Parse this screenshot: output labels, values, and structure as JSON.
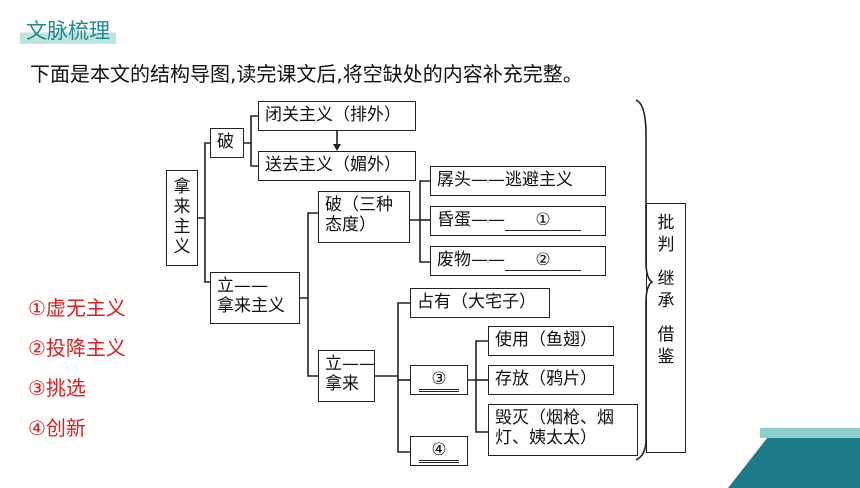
{
  "section_title": "文脉梳理",
  "instruction": "下面是本文的结构导图,读完课文后,将空缺处的内容补充完整。",
  "map": {
    "root": [
      "拿",
      "来",
      "主",
      "义"
    ],
    "po": "破",
    "biguan": "闭关主义（排外）",
    "songqu": "送去主义（媚外）",
    "li_label": [
      "立——",
      "拿来主义"
    ],
    "po_attitudes": [
      "破（三种",
      "态度）"
    ],
    "attitude_1": "孱头——逃避主义",
    "attitude_2_prefix": "昏蛋——",
    "attitude_2_blank": "①",
    "attitude_3_prefix": "废物——",
    "attitude_3_blank": "②",
    "li_nalai": [
      "立——",
      "拿来"
    ],
    "zhanyou": "占有（大宅子）",
    "blank_3": "③",
    "blank_4": "④",
    "shiyong": "使用（鱼翅）",
    "cunfang": "存放（鸦片）",
    "huimie": [
      "毁灭（烟枪、烟",
      "灯、姨太太）"
    ],
    "summary": [
      "批",
      "判",
      "继",
      "承",
      "借",
      "鉴"
    ]
  },
  "answers": [
    "①虚无主义",
    "②投降主义",
    "③挑选",
    "④创新"
  ],
  "colors": {
    "accent": "#1d8a8f",
    "answer": "#e01e1e",
    "highlight": "#bfe3df"
  }
}
